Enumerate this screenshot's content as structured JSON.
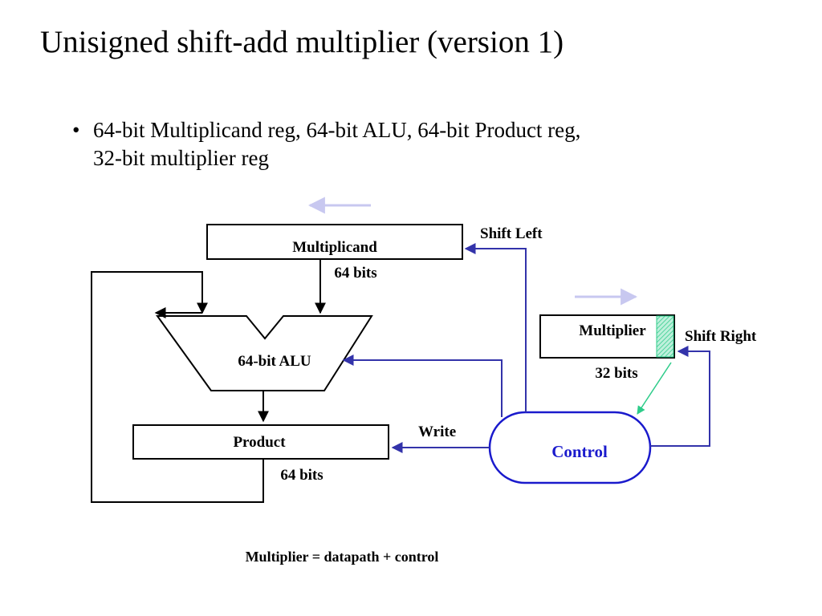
{
  "slide": {
    "title": "Unisigned shift-add multiplier (version 1)",
    "bullet_lines": [
      "64-bit Multiplicand reg, 64-bit ALU, 64-bit Product reg,",
      "32-bit multiplier reg"
    ]
  },
  "diagram": {
    "multiplicand": {
      "label": "Multiplicand",
      "width": "64 bits",
      "action": "Shift Left"
    },
    "alu": {
      "label": "64-bit ALU"
    },
    "product": {
      "label": "Product",
      "width": "64 bits",
      "action": "Write"
    },
    "multiplier": {
      "label": "Multiplier",
      "width": "32 bits",
      "action": "Shift Right"
    },
    "control": {
      "label": "Control"
    },
    "caption": "Multiplier = datapath + control"
  },
  "colors": {
    "control_blue": "#1a1acc",
    "control_line": "#3333aa",
    "hint_arrow": "#c8c8f0",
    "lsb_green": "#2ecc8a"
  }
}
